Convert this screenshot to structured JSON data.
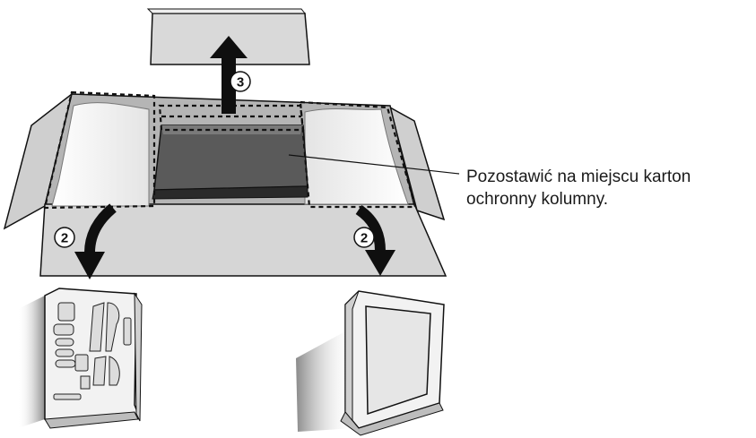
{
  "callout": {
    "line1": "Pozostawić na miejscu karton",
    "line2": "ochronny kolumny."
  },
  "steps": {
    "step_left": "2",
    "step_right": "2",
    "step_top": "3"
  },
  "colors": {
    "carton": "#d4d4d4",
    "carton_inner": "#9a9a9a",
    "column_box": "#555555",
    "outline": "#111111",
    "foam": "#f6f6f6"
  }
}
